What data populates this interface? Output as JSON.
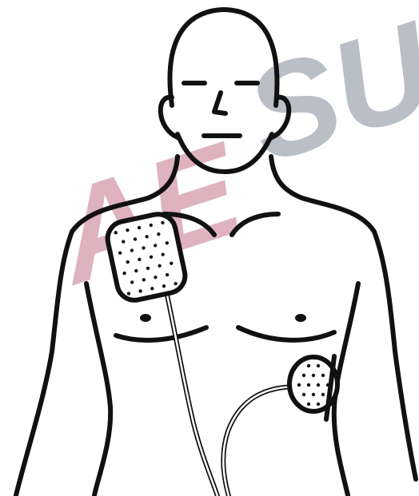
{
  "watermark": {
    "text_left": "AE",
    "text_right": "SU",
    "color_left": "#d9a5b3",
    "color_right": "#a9aeb8"
  },
  "figure": {
    "subject": "aed-pad-placement",
    "line_color": "#111111",
    "pad_fill": "#ffffff",
    "pad_dot_color": "#111111"
  }
}
